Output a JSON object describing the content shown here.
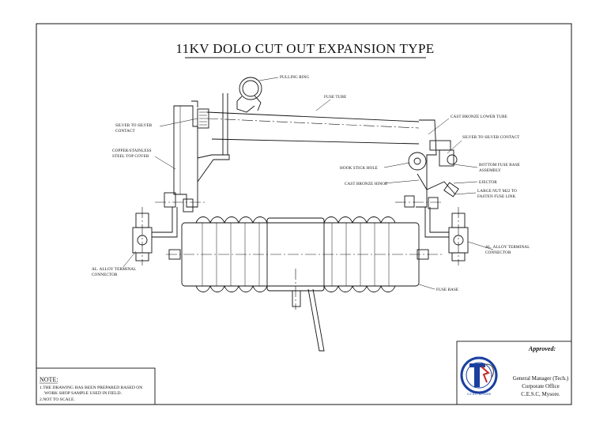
{
  "title": "11KV DOLO CUT OUT EXPANSION TYPE",
  "labels": {
    "pulling_ring": "PULLING RING",
    "fuse_tube": "FUSE TUBE",
    "silver_contact_left_1": "SILVER  TO SILVER",
    "silver_contact_left_2": "CONTACT",
    "cover_1": "COPPER/STAINLESS",
    "cover_2": "STEEL TOP COVER",
    "cast_bronze_lower_tube": "CAST BRONZE LOWER TUBE",
    "silver_contact_right": "SILVER  TO SILVER CONTACT",
    "hook_stick_hole": "HOOK STICK HOLE",
    "bottom_fuse_base_1": "BOTTOM FUSE BASE",
    "bottom_fuse_base_2": "ASSEMBLY",
    "cast_bronze_hinge": "CAST BRONZE HINGE",
    "ejector": "EJECTOR",
    "large_nut_1": "LARGE NUT M22 TO",
    "large_nut_2": "FASTEN FUSE LINK",
    "terminal_right_1": "AL. ALLOY TERMINAL",
    "terminal_right_2": "CONNECTOR",
    "terminal_left_1": "AL. ALLOY TERMINAL",
    "terminal_left_2": "CONNECTOR",
    "fuse_base": "FUSE BASE"
  },
  "note": {
    "heading": "NOTE:",
    "line1": "1.THE DRAWING HAS BEEN PREPARED BASED ON",
    "line2": "WORK SHOP SAMPLE USED IN FIELD.",
    "line3": "2.NOT TO SCALE."
  },
  "approval": {
    "heading": "Approved:",
    "line1": "General Manager (Tech.)",
    "line2": "Corporate Office",
    "line3": "C.E.S.C, Mysore.",
    "logo_text": "C.E.S.C. MYSORE"
  },
  "colors": {
    "logo_blue": "#1a3fa0",
    "logo_red": "#c62828"
  }
}
